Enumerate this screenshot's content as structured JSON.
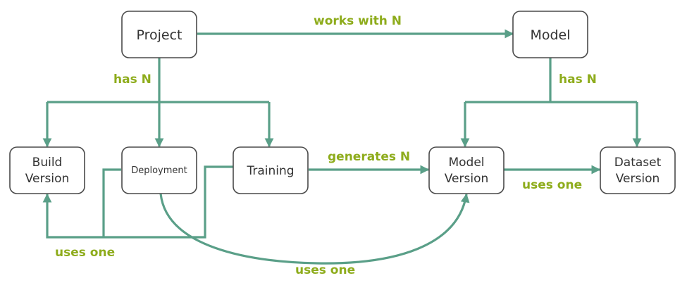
{
  "colors": {
    "edge": "#5a9f88",
    "edge_label": "#8eac1c",
    "node_border": "#4a4a4a",
    "node_text": "#333333"
  },
  "nodes": {
    "project": {
      "lines": [
        "Project"
      ]
    },
    "model": {
      "lines": [
        "Model"
      ]
    },
    "build_version": {
      "lines": [
        "Build",
        "Version"
      ]
    },
    "deployment": {
      "lines": [
        "Deployment"
      ]
    },
    "training": {
      "lines": [
        "Training"
      ]
    },
    "model_version": {
      "lines": [
        "Model",
        "Version"
      ]
    },
    "dataset_version": {
      "lines": [
        "Dataset",
        "Version"
      ]
    }
  },
  "edges": [
    {
      "from": "project",
      "to": "model",
      "label": "works with N"
    },
    {
      "from": "project",
      "to": [
        "build_version",
        "deployment",
        "training"
      ],
      "label": "has N"
    },
    {
      "from": "model",
      "to": [
        "model_version",
        "dataset_version"
      ],
      "label": "has N"
    },
    {
      "from": "training",
      "to": "model_version",
      "label": "generates N"
    },
    {
      "from": "model_version",
      "to": "dataset_version",
      "label": "uses one"
    },
    {
      "from": [
        "deployment",
        "training"
      ],
      "to": "build_version",
      "label": "uses one"
    },
    {
      "from": "deployment",
      "to": "model_version",
      "label": "uses one"
    }
  ]
}
